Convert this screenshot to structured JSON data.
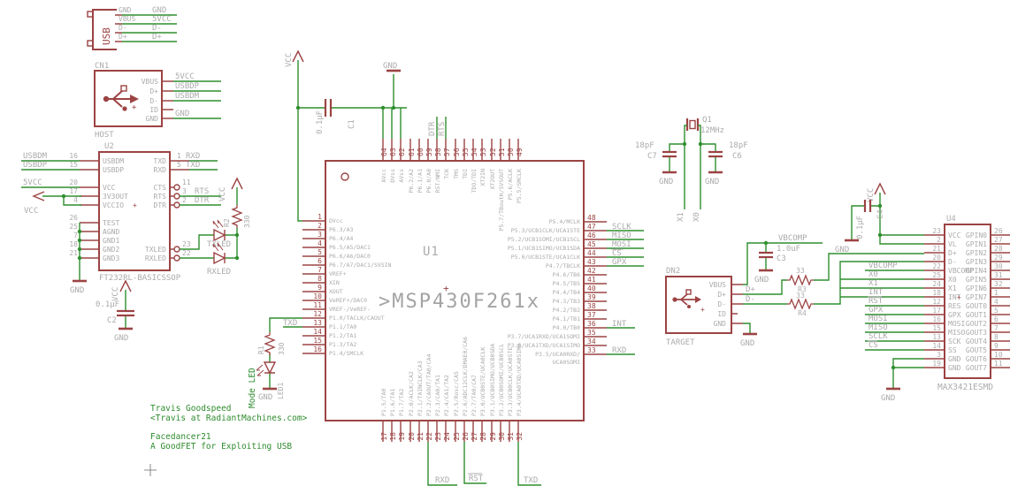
{
  "misc": {
    "plus": "+"
  },
  "power": {
    "vcc": "VCC",
    "gnd": "GND"
  },
  "colors": {
    "component": "#9c4343",
    "wire": "#2f8f2f",
    "label": "#ababab",
    "annotation": "#2e8b2e"
  },
  "usb_top": {
    "title": "USB",
    "rows": [
      {
        "pin": "GND",
        "net": "GND"
      },
      {
        "pin": "VBUS",
        "net": "5VCC"
      },
      {
        "pin": "D-",
        "net": "D-"
      },
      {
        "pin": "D+",
        "net": "D+"
      }
    ]
  },
  "cn1": {
    "ref": "CN1",
    "label": "HOST",
    "pins": [
      "VBUS",
      "D+",
      "D-",
      "ID",
      "GND"
    ],
    "nets": [
      "5VCC",
      "USBDP",
      "USBDM",
      "GND"
    ]
  },
  "u2": {
    "ref": "U2",
    "part": "FT232RL-BASICSSOP",
    "left": [
      {
        "n": "16",
        "name": "USBDM",
        "net": "USBDM"
      },
      {
        "n": "15",
        "name": "USBDP",
        "net": "USBDP"
      },
      {
        "n": "20",
        "name": "VCC",
        "net": "5VCC"
      },
      {
        "n": "17",
        "name": "3V3OUT"
      },
      {
        "n": "4",
        "name": "VCCIO"
      },
      {
        "n": "26",
        "name": "TEST"
      },
      {
        "n": "25",
        "name": "AGND"
      },
      {
        "n": "7",
        "name": "GND1"
      },
      {
        "n": "18",
        "name": "GND2"
      },
      {
        "n": "21",
        "name": "GND3"
      }
    ],
    "right": [
      {
        "n": "1",
        "name": "TXD",
        "net": "RXD"
      },
      {
        "n": "5",
        "name": "RXD",
        "net": "TXD"
      },
      {
        "n": "11",
        "name": "CTS"
      },
      {
        "n": "3",
        "name": "RTS",
        "net": "RTS"
      },
      {
        "n": "2",
        "name": "DTR",
        "net": "DTR"
      },
      {
        "n": "23",
        "name": "TXLED"
      },
      {
        "n": "22",
        "name": "RXLED"
      }
    ]
  },
  "r2": {
    "ref": "R2",
    "value": "330"
  },
  "txled": {
    "label": "TXLED"
  },
  "rxled": {
    "label": "RXLED"
  },
  "c2": {
    "ref": "C2",
    "value": "0.1µF"
  },
  "c1": {
    "ref": "C1",
    "value": "0.1µF"
  },
  "mode_led": {
    "note": "Mode LED",
    "r_ref": "R1",
    "r_value": "330",
    "led_ref": "LED1"
  },
  "u1": {
    "ref": "U1",
    "part": ">MSP430F261x",
    "left": [
      {
        "n": "1",
        "name": "DVcc"
      },
      {
        "n": "2",
        "name": "P6.3/A3"
      },
      {
        "n": "3",
        "name": "P6.4/A4"
      },
      {
        "n": "4",
        "name": "P6.5/A5/DAC1"
      },
      {
        "n": "5",
        "name": "P6.6/A6/DAC0"
      },
      {
        "n": "6",
        "name": "P6.7/A7/DAC1/SVSIN"
      },
      {
        "n": "7",
        "name": "VREF+"
      },
      {
        "n": "8",
        "name": "XIN"
      },
      {
        "n": "9",
        "name": "XOUT"
      },
      {
        "n": "10",
        "name": "VeREF+/DAC0"
      },
      {
        "n": "11",
        "name": "VREF-/VeREF-"
      },
      {
        "n": "12",
        "name": "P1.0/TACLK/CAOUT"
      },
      {
        "n": "13",
        "name": "P1.1/TA0",
        "net": "TXD"
      },
      {
        "n": "14",
        "name": "P1.2/TA1"
      },
      {
        "n": "15",
        "name": "P1.3/TA2"
      },
      {
        "n": "16",
        "name": "P1.4/SMCLK"
      }
    ],
    "top": [
      {
        "n": "64",
        "name": "AVcc"
      },
      {
        "n": "63",
        "name": "DVss"
      },
      {
        "n": "62",
        "name": "AVss"
      },
      {
        "n": "61",
        "name": "P6.2/A2"
      },
      {
        "n": "60",
        "name": "P6.1/A1"
      },
      {
        "n": "59",
        "name": "P6.0/A0"
      },
      {
        "n": "58",
        "name": "RST/NMI",
        "net": "DTR"
      },
      {
        "n": "57",
        "name": "TCK",
        "net": "RTS"
      },
      {
        "n": "56",
        "name": "TMS"
      },
      {
        "n": "55",
        "name": "TDI"
      },
      {
        "n": "54",
        "name": "TDO/TDI"
      },
      {
        "n": "53",
        "name": "XT2IN"
      },
      {
        "n": "52",
        "name": "XT2OUT"
      },
      {
        "n": "51",
        "name": "P5.7/TBoutH/SVSOUT"
      },
      {
        "n": "50",
        "name": "P5.6/ACLK"
      },
      {
        "n": "49",
        "name": "P5.5/SMCLK"
      }
    ],
    "right": [
      {
        "n": "48",
        "name": "P5.4/MCLK"
      },
      {
        "n": "47",
        "name": "P5.3/UCB1CLK/UCA1STE",
        "net": "SCLK"
      },
      {
        "n": "46",
        "name": "P5.2/UCB1SOMI/UCB1SCL",
        "net": "MISO"
      },
      {
        "n": "45",
        "name": "P5.1/UCB1SIMO/UCB1SDA",
        "net": "MOSI"
      },
      {
        "n": "44",
        "name": "P5.0/UCB1STE/UCA1CLK",
        "net": "CS"
      },
      {
        "n": "43",
        "name": "P4.7/TBCLK",
        "net": "GPX"
      },
      {
        "n": "42",
        "name": "P4.6/TB6"
      },
      {
        "n": "41",
        "name": "P4.5/TB5"
      },
      {
        "n": "40",
        "name": "P4.4/TB4"
      },
      {
        "n": "39",
        "name": "P4.3/TB3"
      },
      {
        "n": "38",
        "name": "P4.2/TB2"
      },
      {
        "n": "37",
        "name": "P4.1/TB1"
      },
      {
        "n": "36",
        "name": "P4.0/TB0",
        "net": "INT"
      },
      {
        "n": "35",
        "name": "P3.7/UCA1RXD/UCA1SOMI"
      },
      {
        "n": "34",
        "name": "P3.6/UCA1TXD/UCA1SIMO"
      },
      {
        "n": "33",
        "name": "P3.5/UCA0RXD/",
        "name2": "UCA0SOMI",
        "net": "RXD"
      }
    ],
    "bottom": [
      {
        "n": "17",
        "name": "P1.5/TA0"
      },
      {
        "n": "18",
        "name": "P1.6/TA1"
      },
      {
        "n": "19",
        "name": "P1.7/TA2"
      },
      {
        "n": "20",
        "name": "P2.0/ACLK/CA2"
      },
      {
        "n": "21",
        "name": "P2.1/TAINCLK/CA3"
      },
      {
        "n": "22",
        "name": "P2.2/CAOUT/TA0/CA4",
        "net": "RXD"
      },
      {
        "n": "23",
        "name": "P2.3/CA0/TA1"
      },
      {
        "n": "24",
        "name": "P2.4/CA1/TA2"
      },
      {
        "n": "25",
        "name": "P2.5/Rosc/CA5"
      },
      {
        "n": "26",
        "name": "P2.6/ADC12CLK/DMAE0/CA6",
        "net": "RST"
      },
      {
        "n": "27",
        "name": "P2.7/TA0/CA7"
      },
      {
        "n": "28",
        "name": "P3.0/UCB0STE/UCA0CLK"
      },
      {
        "n": "29",
        "name": "P3.1/UCB0SIMO/UCB0SDA"
      },
      {
        "n": "30",
        "name": "P3.2/UCB0SOMI/UCB0SCL"
      },
      {
        "n": "31",
        "name": "P3.3/UCB0CLK/UCA0STE"
      },
      {
        "n": "32",
        "name": "P3.4/UCA0TXD/UCA0SIMO",
        "net": "TXD"
      }
    ]
  },
  "q1": {
    "ref": "Q1",
    "value": "12MHz"
  },
  "c7": {
    "ref": "C7",
    "value": "18pF"
  },
  "c6": {
    "ref": "C6",
    "value": "18pF"
  },
  "xnets": {
    "x1": "X1",
    "x0": "X0"
  },
  "dn2": {
    "ref": "DN2",
    "label": "TARGET",
    "pins": [
      "VBUS",
      "D+",
      "D-",
      "ID",
      "GND"
    ],
    "net_dp": "D+",
    "net_dm": "D-"
  },
  "c3": {
    "ref": "C3",
    "value": "1.0uF",
    "net": "VBCOMP"
  },
  "r3": {
    "ref": "R3",
    "value": "33"
  },
  "r4": {
    "ref": "R4",
    "value": "33"
  },
  "c4": {
    "ref": "C4",
    "value": "0.1µF"
  },
  "u4": {
    "ref": "U4",
    "part": "MAX3421ESMD",
    "left": [
      {
        "n": "23",
        "name": "VCC"
      },
      {
        "n": "2",
        "name": "VL"
      },
      {
        "n": "21",
        "name": "D+"
      },
      {
        "n": "20",
        "name": "D-"
      },
      {
        "n": "22",
        "name": "VBCOMP",
        "net": "VBCOMP"
      },
      {
        "n": "25",
        "name": "X0",
        "net": "X0"
      },
      {
        "n": "24",
        "name": "X1",
        "net": "X1"
      },
      {
        "n": "18",
        "name": "INT",
        "net": "INT"
      },
      {
        "n": "12",
        "name": "RES",
        "net": "RST"
      },
      {
        "n": "17",
        "name": "GPX",
        "net": "GPX"
      },
      {
        "n": "16",
        "name": "MOSI",
        "net": "MOSI"
      },
      {
        "n": "15",
        "name": "MISO",
        "net": "MISO"
      },
      {
        "n": "13",
        "name": "SCK",
        "net": "SCLK"
      },
      {
        "n": "14",
        "name": "SS",
        "net": "CS"
      },
      {
        "n": "3",
        "name": "GND"
      },
      {
        "n": "19",
        "name": "GND"
      }
    ],
    "right": [
      {
        "n": "26",
        "name": "GPIN0"
      },
      {
        "n": "27",
        "name": "GPIN1"
      },
      {
        "n": "28",
        "name": "GPIN2"
      },
      {
        "n": "29",
        "name": "GPIN3"
      },
      {
        "n": "30",
        "name": "GPIN4"
      },
      {
        "n": "31",
        "name": "GPIN5"
      },
      {
        "n": "32",
        "name": "GPIN6"
      },
      {
        "n": "1",
        "name": "GPIN7"
      },
      {
        "n": "4",
        "name": "GOUT0"
      },
      {
        "n": "5",
        "name": "GOUT1"
      },
      {
        "n": "6",
        "name": "GOUT2"
      },
      {
        "n": "7",
        "name": "GOUT3"
      },
      {
        "n": "8",
        "name": "GOUT4"
      },
      {
        "n": "9",
        "name": "GOUT5"
      },
      {
        "n": "10",
        "name": "GOUT6"
      },
      {
        "n": "11",
        "name": "GOUT7"
      }
    ]
  },
  "notes": {
    "line1": "Travis Goodspeed",
    "line2": "<Travis at RadiantMachines.com>",
    "line3": "Facedancer21",
    "line4": "A GoodFET for Exploiting USB"
  }
}
